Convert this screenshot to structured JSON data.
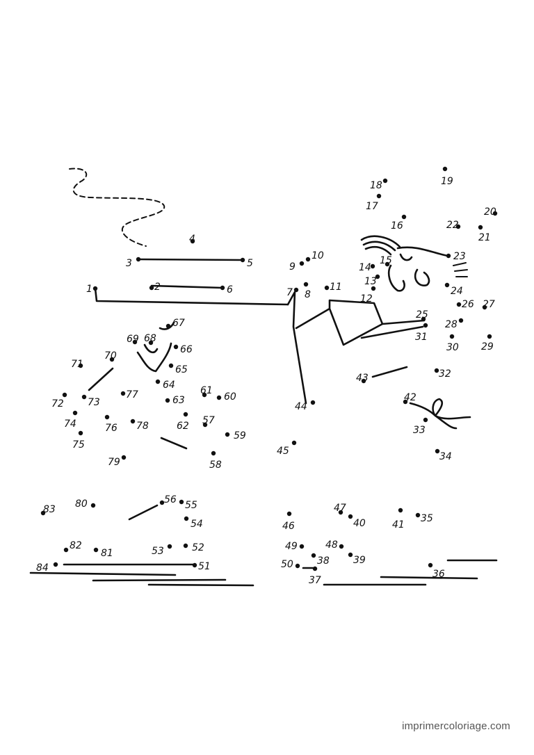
{
  "watermark": "imprimercoloriage.com",
  "puzzle": {
    "labels": [
      "1",
      "2",
      "3",
      "4",
      "5",
      "6",
      "7",
      "8",
      "9",
      "10",
      "11",
      "12",
      "13",
      "14",
      "15",
      "16",
      "17",
      "18",
      "19",
      "20",
      "21",
      "22",
      "23",
      "24",
      "25",
      "26",
      "27",
      "28",
      "29",
      "30",
      "31",
      "32",
      "33",
      "34",
      "35",
      "36",
      "37",
      "38",
      "39",
      "40",
      "41",
      "42",
      "43",
      "44",
      "45",
      "46",
      "47",
      "48",
      "49",
      "50",
      "51",
      "52",
      "53",
      "54",
      "55",
      "56",
      "57",
      "58",
      "59",
      "60",
      "61",
      "62",
      "63",
      "64",
      "65",
      "66",
      "67",
      "68",
      "69",
      "70",
      "71",
      "72",
      "73",
      "74",
      "75",
      "76",
      "77",
      "78",
      "79",
      "80",
      "81",
      "82",
      "83",
      "84"
    ]
  }
}
